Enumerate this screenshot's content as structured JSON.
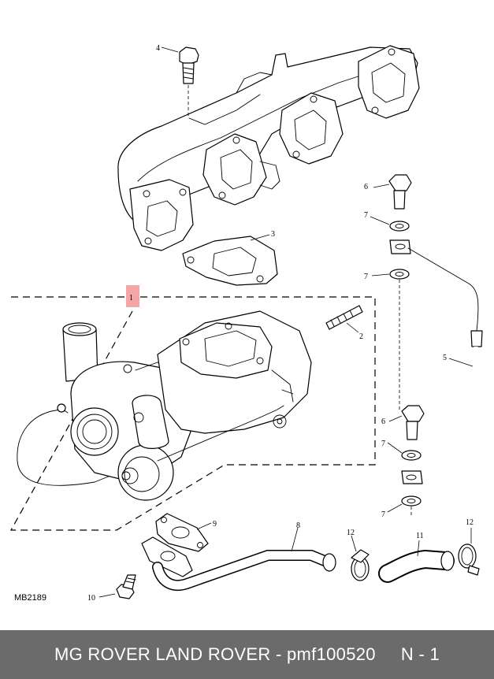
{
  "diagram": {
    "callouts": {
      "c1": "1",
      "c2": "2",
      "c3": "3",
      "c4": "4",
      "c5": "5",
      "c6a": "6",
      "c6b": "6",
      "c7a": "7",
      "c7b": "7",
      "c7c": "7",
      "c7d": "7",
      "c8": "8",
      "c9": "9",
      "c10": "10",
      "c11": "11",
      "c12a": "12",
      "c12b": "12"
    },
    "code": "MB2189",
    "colors": {
      "highlight": "#f4a6a6",
      "footer": "#6b6b6b"
    }
  },
  "footer": {
    "text": "MG ROVER LAND ROVER - pmf100520     N - 1"
  }
}
